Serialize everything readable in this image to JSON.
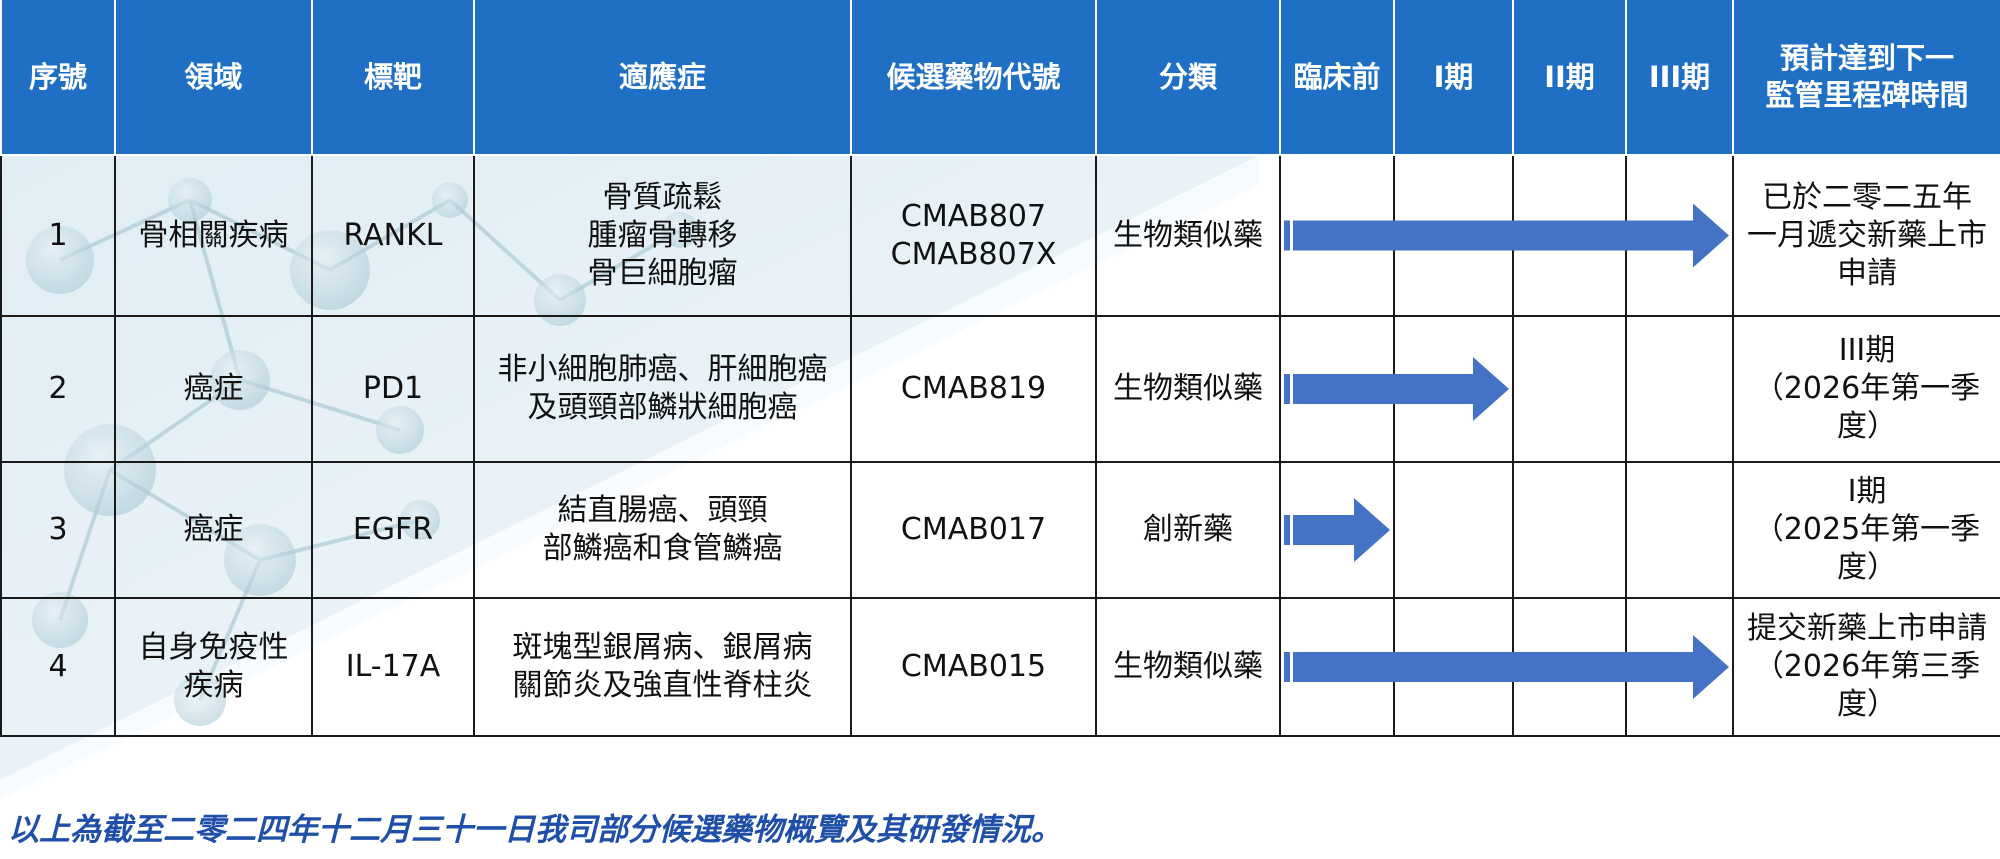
{
  "table": {
    "headers": [
      {
        "lines": [
          "序號"
        ]
      },
      {
        "lines": [
          "領域"
        ]
      },
      {
        "lines": [
          "標靶"
        ]
      },
      {
        "lines": [
          "適應症"
        ]
      },
      {
        "lines": [
          "候選藥物代號"
        ]
      },
      {
        "lines": [
          "分類"
        ]
      },
      {
        "lines": [
          "臨床前"
        ]
      },
      {
        "lines": [
          "I期"
        ]
      },
      {
        "lines": [
          "II期"
        ]
      },
      {
        "lines": [
          "III期"
        ]
      },
      {
        "lines": [
          "預計達到下一",
          "監管里程碑時間"
        ]
      }
    ],
    "rows": [
      {
        "number": "1",
        "field": [
          "骨相關疾病"
        ],
        "target": "RANKL",
        "indication": [
          "骨質疏鬆",
          "腫瘤骨轉移",
          "骨巨細胞瘤"
        ],
        "code": [
          "CMAB807",
          "CMAB807X"
        ],
        "category": "生物類似藥",
        "progress_phase": 3,
        "milestone": [
          "已於二零二五年",
          "一月遞交新藥上市",
          "申請"
        ]
      },
      {
        "number": "2",
        "field": [
          "癌症"
        ],
        "target": "PD1",
        "indication": [
          "非小細胞肺癌、肝細胞癌",
          "及頭頸部鱗狀細胞癌"
        ],
        "code": [
          "CMAB819"
        ],
        "category": "生物類似藥",
        "progress_phase": 1,
        "milestone": [
          "III期",
          "（2026年第一季",
          "度）"
        ]
      },
      {
        "number": "3",
        "field": [
          "癌症"
        ],
        "target": "EGFR",
        "indication": [
          "結直腸癌、頭頸",
          "部鱗癌和食管鱗癌"
        ],
        "code": [
          "CMAB017"
        ],
        "category": "創新藥",
        "progress_phase": 0,
        "milestone": [
          "I期",
          "（2025年第一季",
          "度）"
        ]
      },
      {
        "number": "4",
        "field": [
          "自身免疫性",
          "疾病"
        ],
        "target": "IL-17A",
        "indication": [
          "斑塊型銀屑病、銀屑病",
          "關節炎及強直性脊柱炎"
        ],
        "code": [
          "CMAB015"
        ],
        "category": "生物類似藥",
        "progress_phase": 3,
        "milestone": [
          "提交新藥上市申請",
          "（2026年第三季",
          "度）"
        ]
      }
    ]
  },
  "colors": {
    "header_bg": "#1f6fc4",
    "arrow": "#4472c4",
    "footnote": "#1f4fa8"
  },
  "footnote": "以上為截至二零二四年十二月三十一日我司部分候選藥物概覽及其研發情況。"
}
